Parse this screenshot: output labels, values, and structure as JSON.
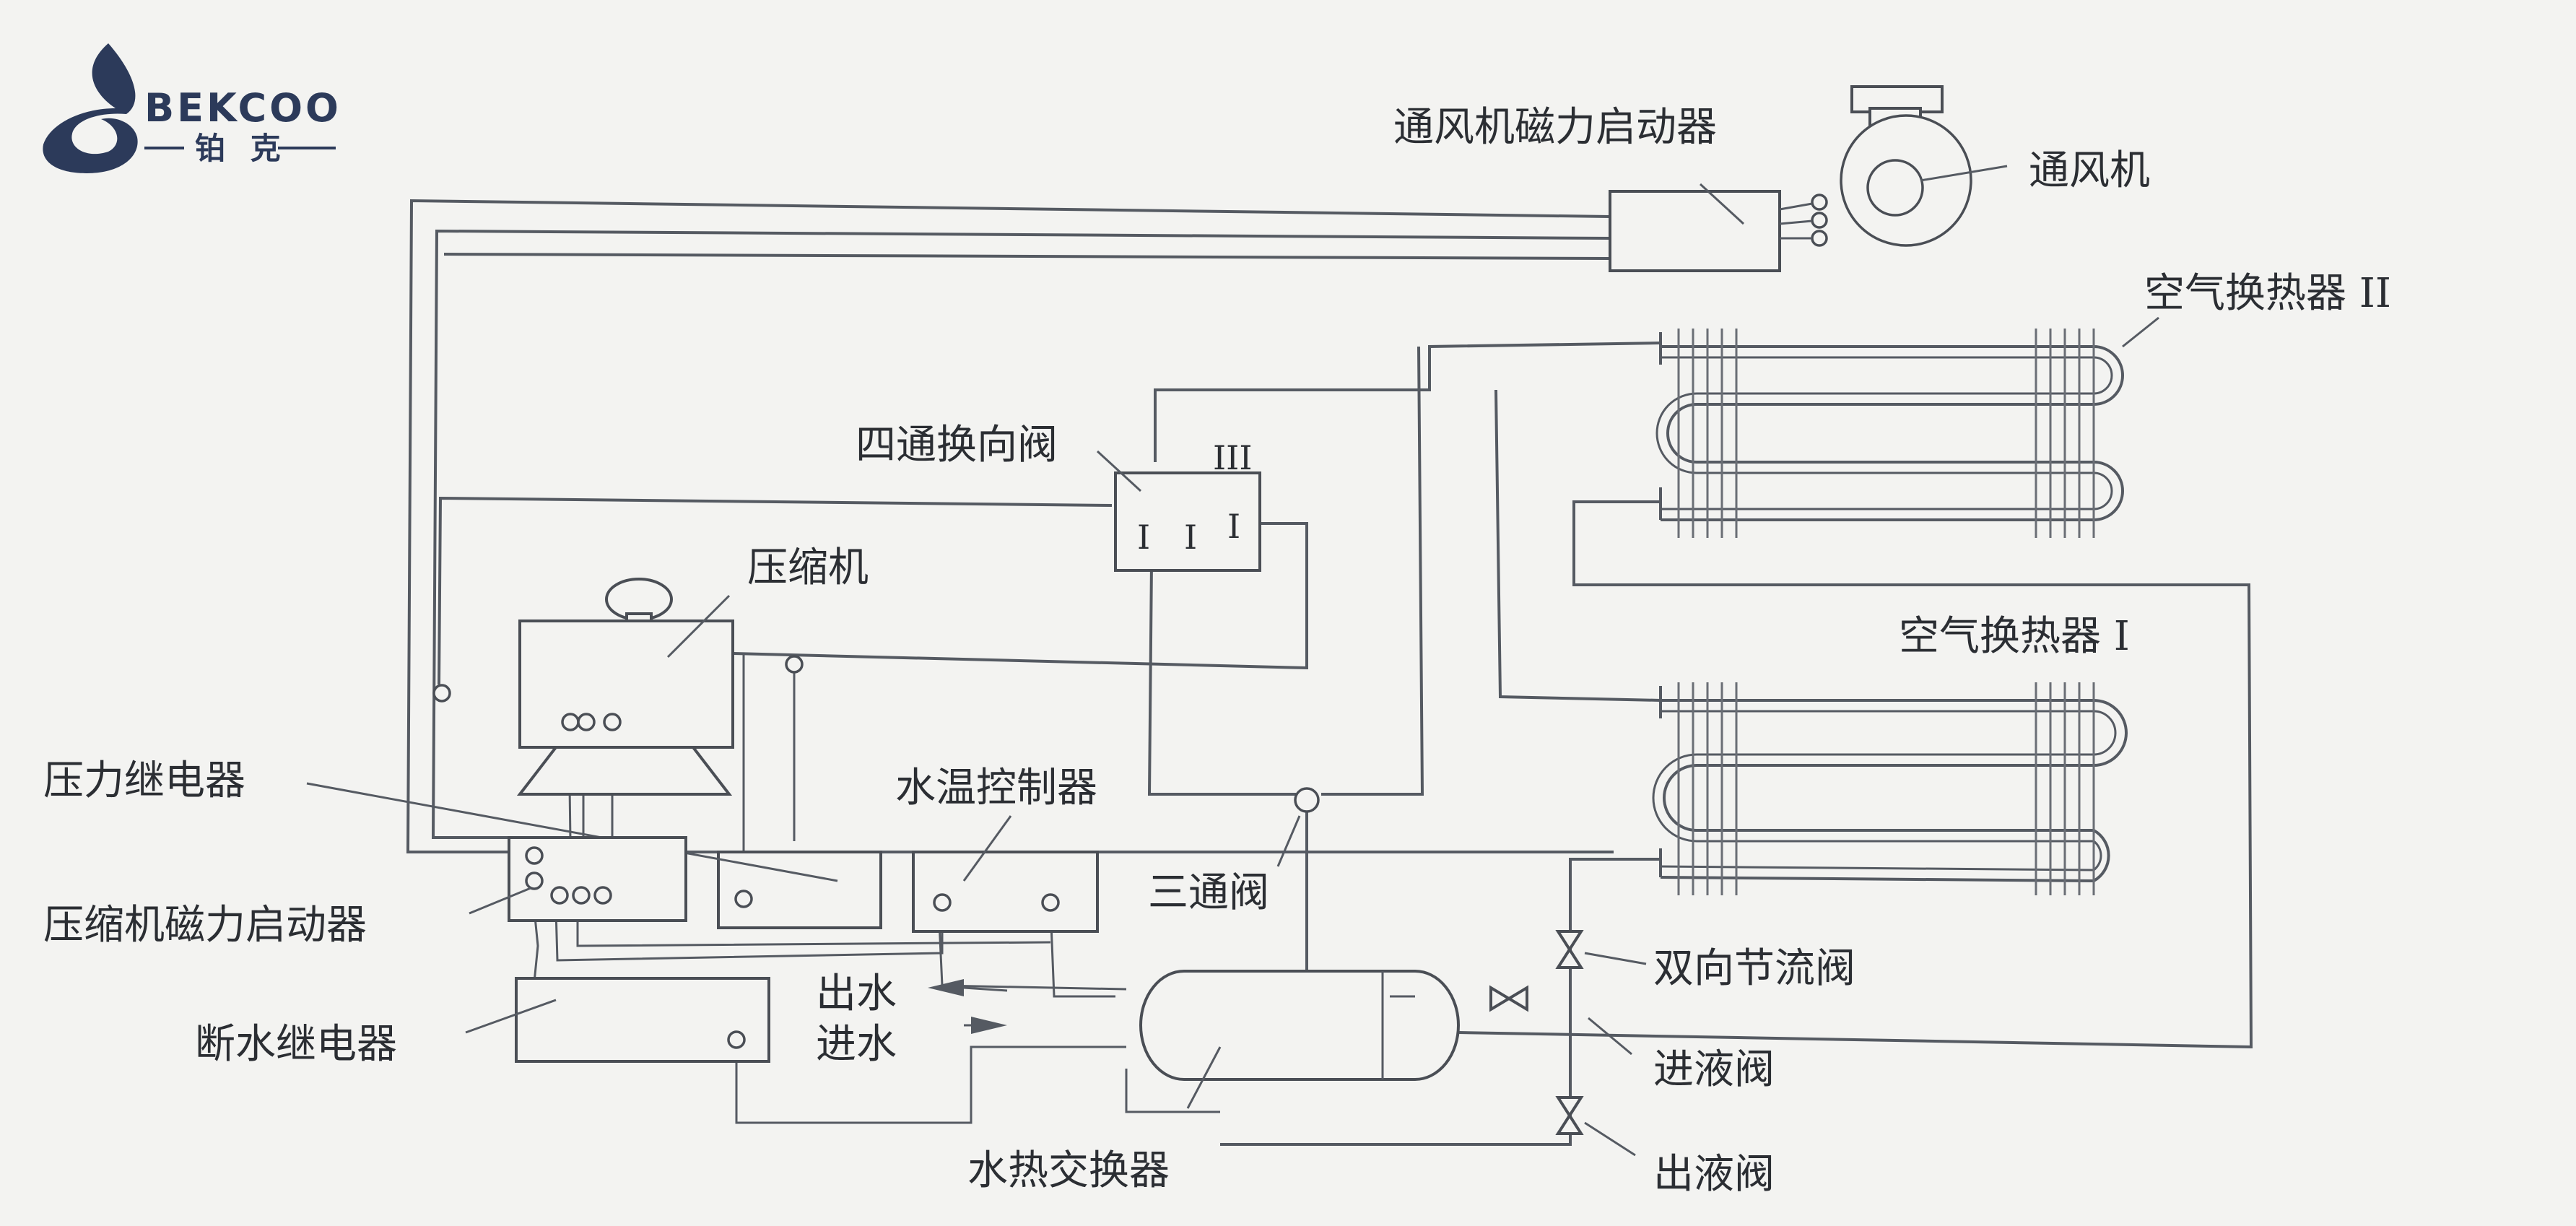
{
  "logo": {
    "brand": "BEKCOO",
    "brand_cn": "铂 克"
  },
  "labels": {
    "fan_starter": "通风机磁力启动器",
    "fan": "通风机",
    "air_hx_2": "空气换热器 II",
    "four_way_valve": "四通换向阀",
    "valve_mark": "III",
    "compressor": "压缩机",
    "air_hx_1": "空气换热器 I",
    "pressure_relay": "压力继电器",
    "water_temp_controller": "水温控制器",
    "compressor_starter": "压缩机磁力启动器",
    "three_way_valve": "三通阀",
    "bidirectional_throttle": "双向节流阀",
    "water_out": "出水",
    "water_in": "进水",
    "water_cutoff_relay": "断水继电器",
    "liquid_inlet_valve": "进液阀",
    "water_hx": "水热交换器",
    "liquid_outlet_valve": "出液阀"
  },
  "colors": {
    "background": "#f3f3f1",
    "line": "#555a62",
    "text": "#2b2e33",
    "logo": "#2c3a5a"
  }
}
